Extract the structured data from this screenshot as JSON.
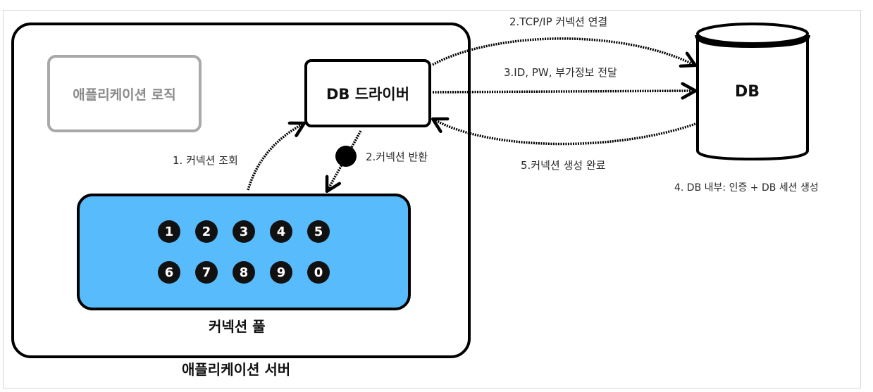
{
  "labels": {
    "app_server": "애플리케이션 서버",
    "app_logic": "애플리케이션 로직",
    "db_driver": "DB 드라이버",
    "connection_pool": "커넥션 풀",
    "db": "DB",
    "step1": "1. 커넥션 조회",
    "step2_return": "2.커넥션 반환",
    "step2_tcp": "2.TCP/IP 커넥션 연결",
    "step3": "3.ID, PW, 부가정보 전달",
    "step4": "4. DB 내부: 인증 + DB 세션 생성",
    "step5": "5.커넥션 생성 완료"
  },
  "pool_tokens": [
    [
      "1",
      "2",
      "3",
      "4",
      "5"
    ],
    [
      "6",
      "7",
      "8",
      "9",
      "0"
    ]
  ],
  "colors": {
    "pool_fill": "#57bbfc",
    "logic_border": "#a9a9a9",
    "stroke": "#000000"
  }
}
